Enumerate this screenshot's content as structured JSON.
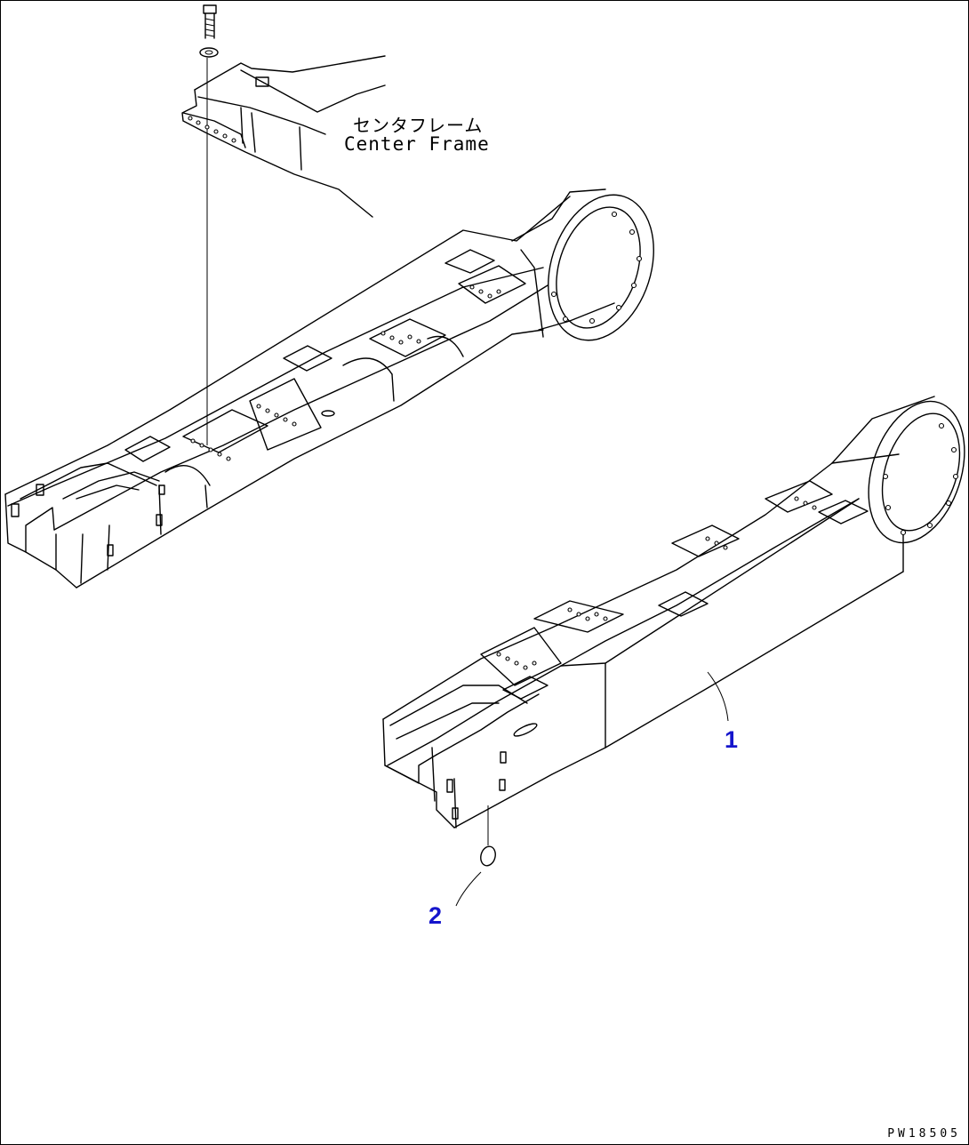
{
  "center_frame_label": {
    "japanese": "センタフレーム",
    "english": "Center Frame"
  },
  "callouts": [
    {
      "number": "1"
    },
    {
      "number": "2"
    }
  ],
  "drawing_code": "PW18505",
  "colors": {
    "line": "#000000",
    "callout": "#1515cc",
    "background": "#ffffff"
  }
}
